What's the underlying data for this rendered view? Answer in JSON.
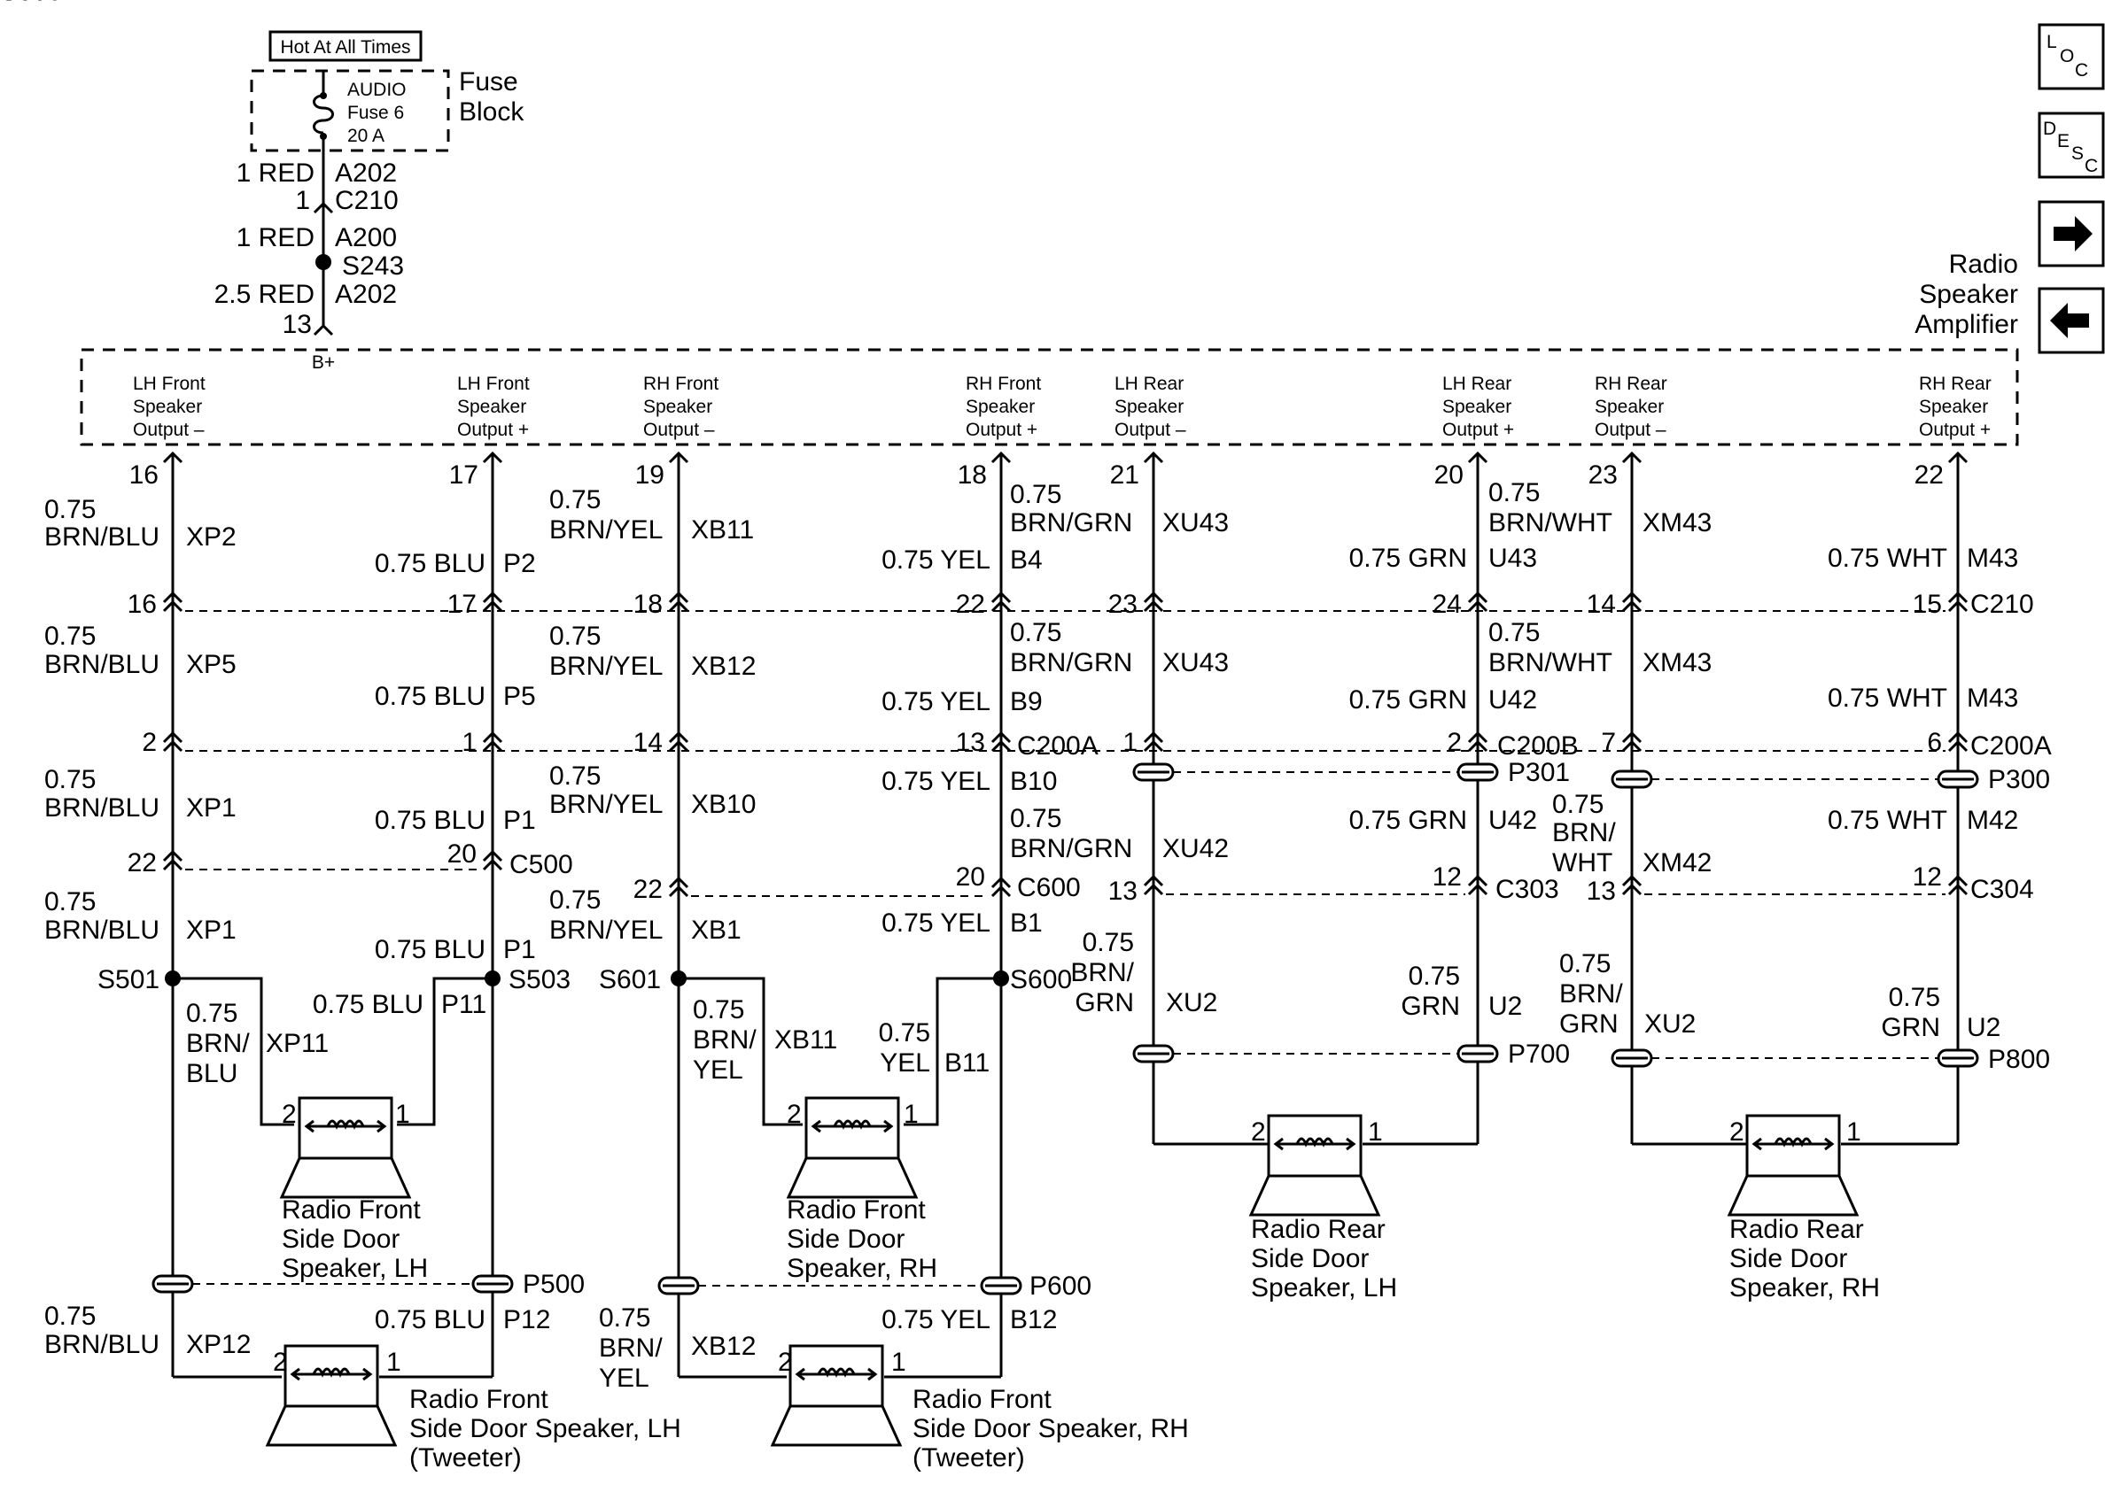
{
  "supply": {
    "hot_label": "Hot At All Times",
    "fuse_lines": [
      "AUDIO",
      "Fuse 6",
      "20 A"
    ],
    "fuse_block_lines": [
      "Fuse",
      "Block"
    ],
    "w1_gauge": "1 RED",
    "w1_circuit": "A202",
    "c210_pin": "1",
    "c210": "C210",
    "w2_gauge": "1 RED",
    "w2_circuit": "A200",
    "splice": "S243",
    "w3_gauge": "2.5 RED",
    "w3_circuit": "A202",
    "amp_pin": "13",
    "amp_bplus": "B+"
  },
  "amp": {
    "title_lines": [
      "Radio",
      "Speaker",
      "Amplifier"
    ],
    "outputs": [
      {
        "lines": [
          "LH Front",
          "Speaker",
          "Output –"
        ],
        "pin": "16"
      },
      {
        "lines": [
          "LH Front",
          "Speaker",
          "Output +"
        ],
        "pin": "17"
      },
      {
        "lines": [
          "RH Front",
          "Speaker",
          "Output –"
        ],
        "pin": "19"
      },
      {
        "lines": [
          "RH Front",
          "Speaker",
          "Output +"
        ],
        "pin": "18"
      },
      {
        "lines": [
          "LH Rear",
          "Speaker",
          "Output –"
        ],
        "pin": "21"
      },
      {
        "lines": [
          "LH Rear",
          "Speaker",
          "Output +"
        ],
        "pin": "20"
      },
      {
        "lines": [
          "RH Rear",
          "Speaker",
          "Output –"
        ],
        "pin": "23"
      },
      {
        "lines": [
          "RH Rear",
          "Speaker",
          "Output +"
        ],
        "pin": "22"
      }
    ]
  },
  "nav": {
    "loc": "LOC",
    "desc": "DESC"
  },
  "wires": {
    "c1": [
      "0.75",
      "BRN/BLU",
      "XP2",
      "0.75",
      "BRN/BLU",
      "XP5",
      "0.75",
      "BRN/BLU",
      "XP1",
      "0.75",
      "BRN/BLU",
      "XP1",
      "S501",
      "0.75",
      "BRN/",
      "BLU",
      "XP11",
      "0.75",
      "BRN/BLU",
      "XP12"
    ],
    "c2": [
      "0.75 BLU",
      "P2",
      "0.75 BLU",
      "P5",
      "0.75 BLU",
      "P1",
      "0.75 BLU",
      "P1",
      "S503",
      "0.75 BLU",
      "P11",
      "0.75 BLU",
      "P12",
      "P500"
    ],
    "c3": [
      "0.75",
      "BRN/YEL",
      "XB11",
      "0.75",
      "BRN/YEL",
      "XB12",
      "0.75",
      "BRN/YEL",
      "XB10",
      "0.75",
      "BRN/YEL",
      "XB1",
      "S601",
      "0.75",
      "BRN/",
      "YEL",
      "XB11",
      "0.75",
      "BRN/",
      "YEL",
      "XB12"
    ],
    "c4": [
      "0.75 YEL",
      "B4",
      "0.75",
      "BRN/GRN",
      "XU43",
      "0.75 YEL",
      "B9",
      "0.75",
      "BRN/GRN",
      "XU43",
      "0.75 YEL",
      "B10",
      "0.75",
      "BRN/GRN",
      "XU42",
      "0.75 YEL",
      "B1",
      "S600",
      "0.75",
      "YEL",
      "B11",
      "0.75 YEL",
      "B12",
      "P600"
    ],
    "c5": [
      "0.75",
      "BRN/",
      "GRN",
      "XU2"
    ],
    "c6": [
      "0.75 GRN",
      "U43",
      "0.75 GRN",
      "U42",
      "0.75 GRN",
      "U42",
      "0.75",
      "GRN",
      "U2",
      "P301",
      "P700"
    ],
    "c7": [
      "0.75",
      "BRN/WHT",
      "XM43",
      "0.75",
      "BRN/WHT",
      "XM43",
      "0.75",
      "BRN/",
      "WHT",
      "XM42",
      "0.75",
      "BRN/",
      "GRN",
      "XU2"
    ],
    "c8": [
      "0.75 WHT",
      "M43",
      "0.75 WHT",
      "M43",
      "0.75 WHT",
      "M42",
      "0.75",
      "GRN",
      "U2",
      "P300",
      "P800"
    ]
  },
  "connectors": {
    "c210": {
      "name": "C210",
      "pins": [
        "16",
        "17",
        "18",
        "22",
        "23",
        "24",
        "14",
        "15"
      ]
    },
    "c200": {
      "names": [
        "C200A",
        "C200B",
        "C200A"
      ],
      "pins": [
        "2",
        "1",
        "14",
        "13",
        "1",
        "2",
        "7",
        "6"
      ]
    },
    "c500": {
      "name": "C500",
      "pins": [
        "22",
        "20"
      ]
    },
    "c600": {
      "name": "C600",
      "pins": [
        "22",
        "20"
      ]
    },
    "c303": {
      "name": "C303",
      "pins": [
        "13",
        "12"
      ]
    },
    "c304": {
      "name": "C304",
      "pins": [
        "13",
        "12"
      ]
    }
  },
  "speakers": {
    "front_lh": [
      "Radio Front",
      "Side Door",
      "Speaker, LH"
    ],
    "front_rh": [
      "Radio Front",
      "Side Door",
      "Speaker, RH"
    ],
    "rear_lh": [
      "Radio Rear",
      "Side Door",
      "Speaker, LH"
    ],
    "rear_rh": [
      "Radio Rear",
      "Side Door",
      "Speaker, RH"
    ],
    "tw_lh": [
      "Radio Front",
      "Side Door Speaker, LH",
      "(Tweeter)"
    ],
    "tw_rh": [
      "Radio Front",
      "Side Door Speaker, RH",
      "(Tweeter)"
    ],
    "pin2": "2",
    "pin1": "1"
  }
}
